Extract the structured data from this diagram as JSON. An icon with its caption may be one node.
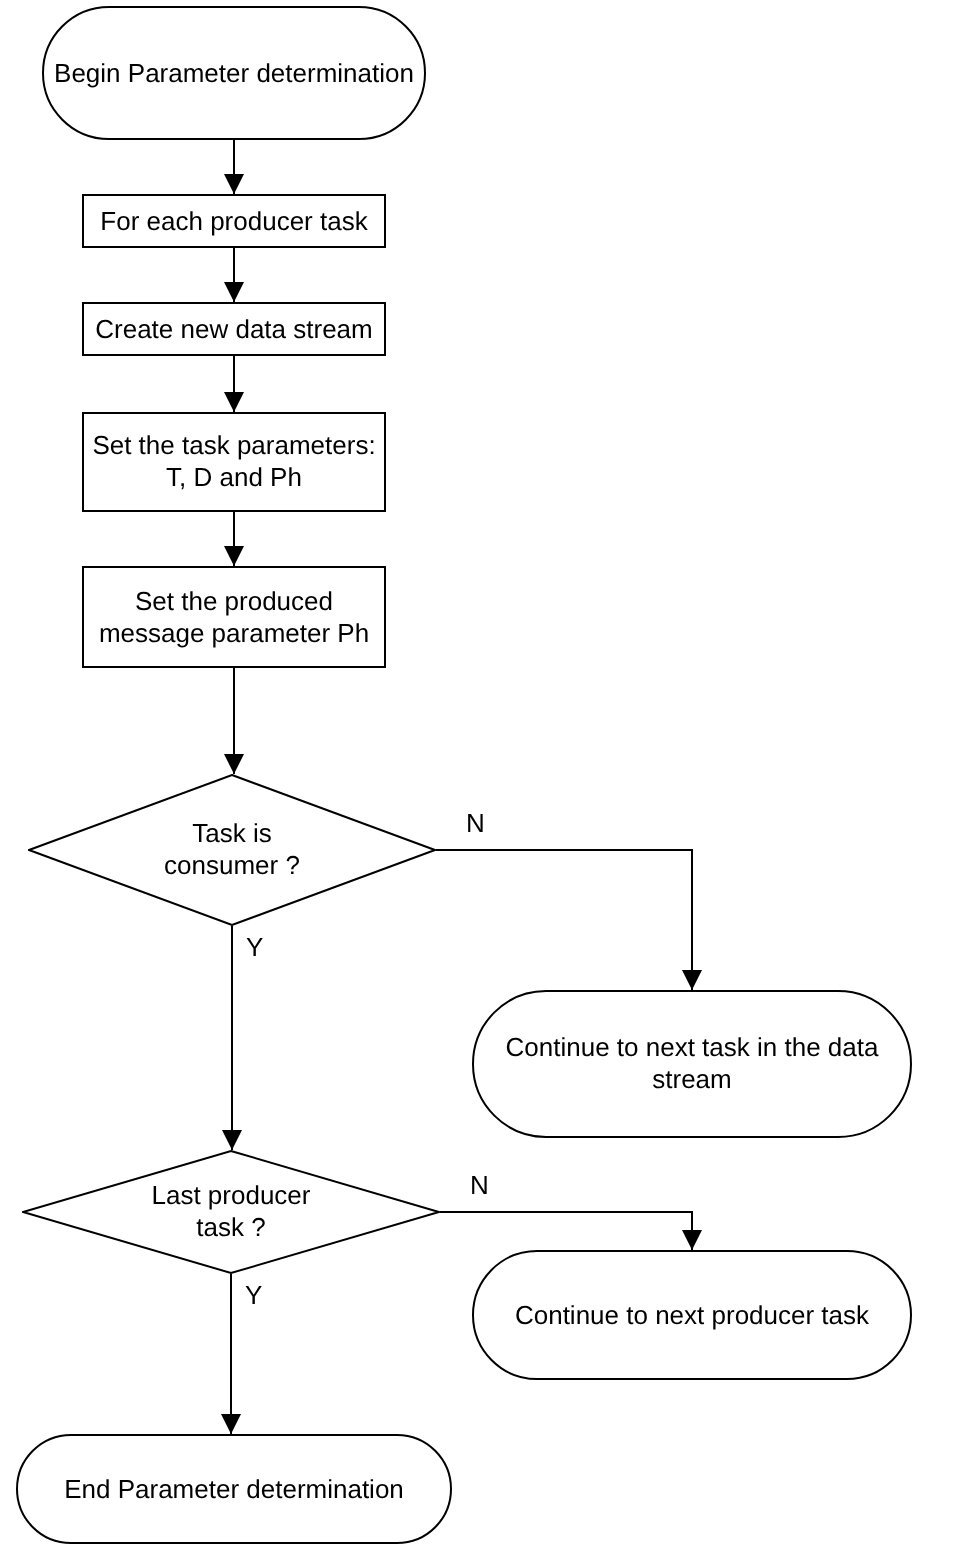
{
  "diagram": {
    "nodes": [
      {
        "text": [
          "Begin Parameter determination"
        ]
      },
      {
        "text": [
          "For each producer task"
        ]
      },
      {
        "text": [
          "Create new data stream"
        ]
      },
      {
        "text": [
          "Set the task parameters: T, D and Ph"
        ]
      },
      {
        "text": [
          "Set the produced message parameter Ph"
        ]
      },
      {
        "text": [
          "Task is consumer ?"
        ]
      },
      {
        "text": [
          "Continue to next task in the data stream"
        ]
      },
      {
        "text": [
          "Last producer task ?"
        ]
      },
      {
        "text": [
          "Continue to next producer task"
        ]
      },
      {
        "text": [
          "End Parameter determination"
        ]
      }
    ],
    "edges": [
      {
        "from": 0,
        "to": 1,
        "arrow": "to"
      },
      {
        "from": 1,
        "to": 2,
        "arrow": "to"
      },
      {
        "from": 2,
        "to": 3,
        "arrow": "to"
      },
      {
        "from": 3,
        "to": 4,
        "arrow": "to"
      },
      {
        "from": 4,
        "to": 5,
        "arrow": "to"
      },
      {
        "from": 5,
        "to": 6,
        "label": "N",
        "arrow": "to"
      },
      {
        "from": 5,
        "to": 7,
        "label": "Y",
        "arrow": "to"
      },
      {
        "from": 7,
        "to": 8,
        "label": "N",
        "arrow": "to"
      },
      {
        "from": 7,
        "to": 9,
        "label": "Y",
        "arrow": "to"
      }
    ]
  }
}
